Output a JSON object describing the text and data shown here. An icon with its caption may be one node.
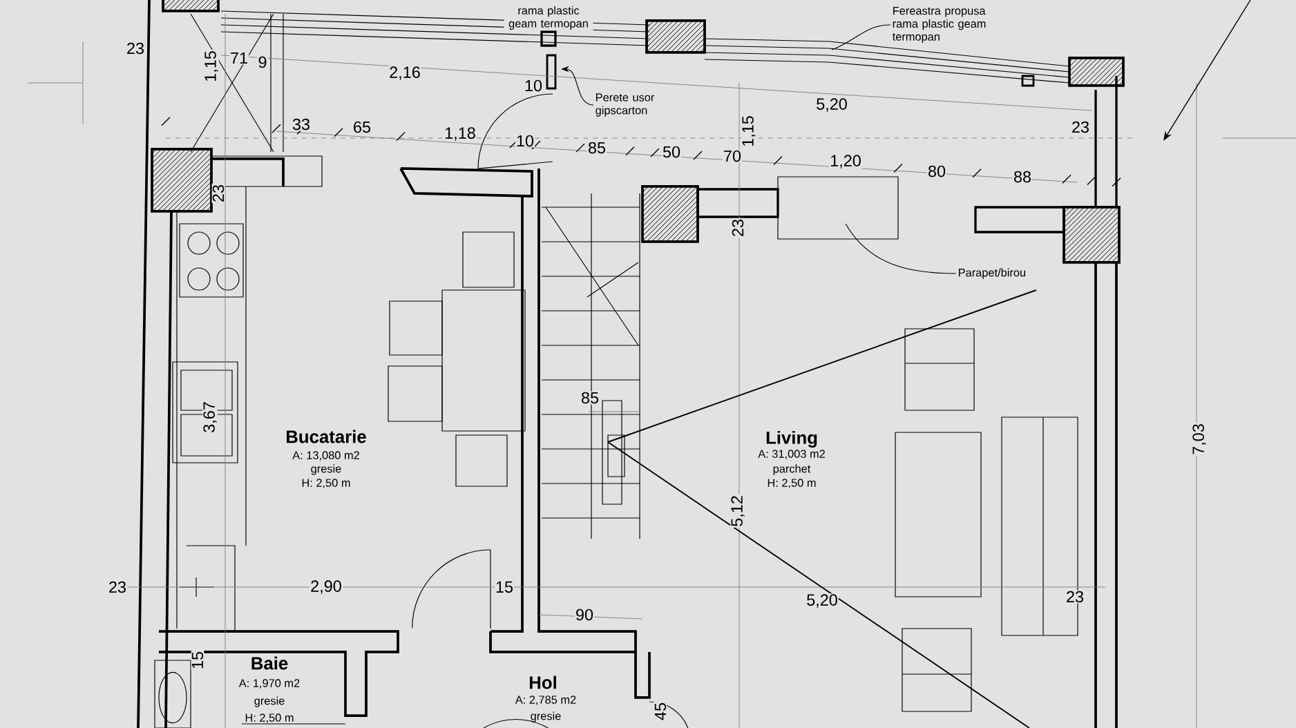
{
  "diagram": {
    "nodes": [
      {
        "text": [
          "Perete usor gipscarton"
        ]
      },
      {
        "text": [
          "Fereastra propusa rama plastic geam termopan"
        ]
      },
      {
        "text": [
          "Parapet/birou"
        ]
      }
    ],
    "edges": [
      {
        "from": 0,
        "to": null,
        "arrow": "to"
      },
      {
        "from": 1,
        "to": null,
        "arrow": "none"
      },
      {
        "from": 2,
        "to": null,
        "arrow": "none"
      }
    ],
    "labels": [
      "rama plastic geam termopan",
      "23",
      "1,15",
      "71",
      "9",
      "2,16",
      "10",
      "5,20",
      "33",
      "65",
      "1,18",
      "10",
      "85",
      "50",
      "70",
      "1,15",
      "23",
      "1,20",
      "80",
      "88",
      "23",
      "23",
      "85",
      "3,67",
      "7,03",
      "Bucatarie",
      "Living",
      "A: 13,080 m2",
      "A: 31,003 m2",
      "gresie",
      "parchet",
      "H: 2,50 m",
      "H: 2,50 m",
      "5,12",
      "23",
      "2,90",
      "15",
      "5,20",
      "23",
      "90",
      "15",
      "Baie",
      "A: 1,970 m2",
      "Hol",
      "gresie",
      "A: 2,785 m2",
      "H: 2,50 m",
      "gresie",
      "45"
    ]
  }
}
